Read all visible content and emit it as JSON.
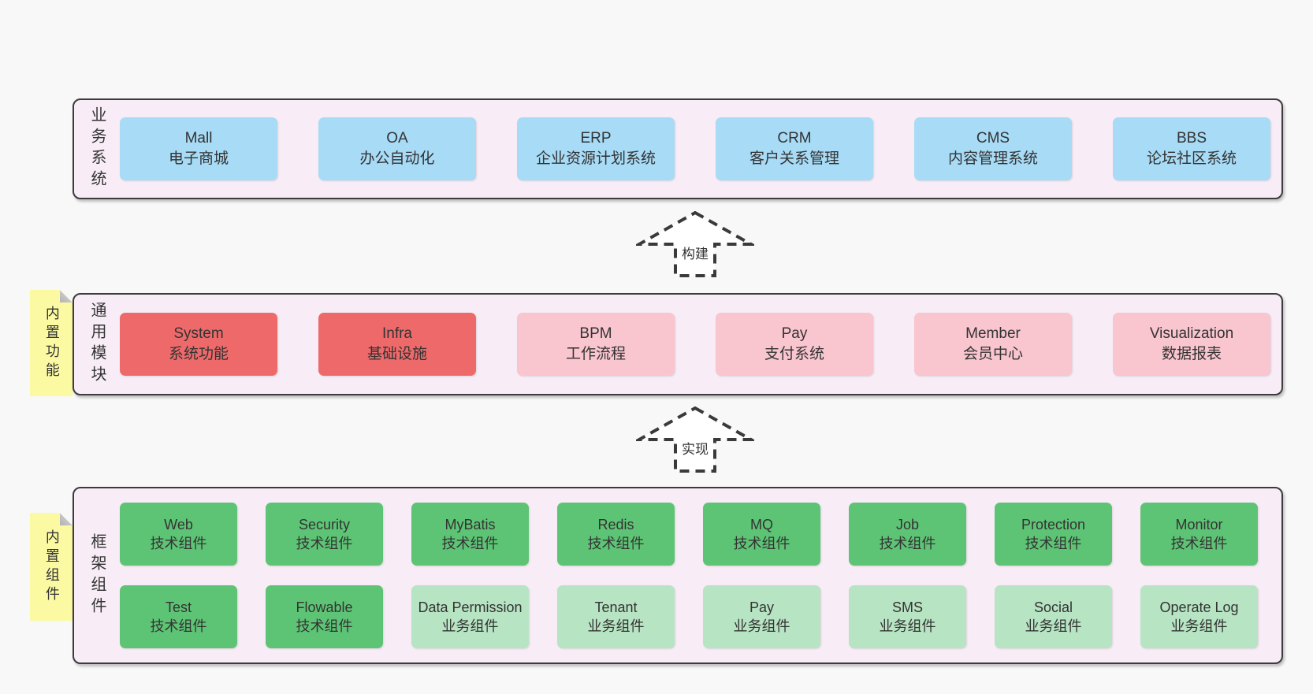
{
  "sections": [
    {
      "label": "业务系统",
      "boxes": [
        {
          "en": "Mall",
          "zh": "电子商城"
        },
        {
          "en": "OA",
          "zh": "办公自动化"
        },
        {
          "en": "ERP",
          "zh": "企业资源计划系统"
        },
        {
          "en": "CRM",
          "zh": "客户关系管理"
        },
        {
          "en": "CMS",
          "zh": "内容管理系统"
        },
        {
          "en": "BBS",
          "zh": "论坛社区系统"
        }
      ]
    },
    {
      "label": "通用模块",
      "note": "内置功能",
      "boxes": [
        {
          "en": "System",
          "zh": "系统功能"
        },
        {
          "en": "Infra",
          "zh": "基础设施"
        },
        {
          "en": "BPM",
          "zh": "工作流程"
        },
        {
          "en": "Pay",
          "zh": "支付系统"
        },
        {
          "en": "Member",
          "zh": "会员中心"
        },
        {
          "en": "Visualization",
          "zh": "数据报表"
        }
      ]
    },
    {
      "label": "框架组件",
      "note": "内置组件",
      "rows": [
        [
          {
            "en": "Web",
            "zh": "技术组件"
          },
          {
            "en": "Security",
            "zh": "技术组件"
          },
          {
            "en": "MyBatis",
            "zh": "技术组件"
          },
          {
            "en": "Redis",
            "zh": "技术组件"
          },
          {
            "en": "MQ",
            "zh": "技术组件"
          },
          {
            "en": "Job",
            "zh": "技术组件"
          },
          {
            "en": "Protection",
            "zh": "技术组件"
          },
          {
            "en": "Monitor",
            "zh": "技术组件"
          }
        ],
        [
          {
            "en": "Test",
            "zh": "技术组件"
          },
          {
            "en": "Flowable",
            "zh": "技术组件"
          },
          {
            "en": "Data Permission",
            "zh": "业务组件"
          },
          {
            "en": "Tenant",
            "zh": "业务组件"
          },
          {
            "en": "Pay",
            "zh": "业务组件"
          },
          {
            "en": "SMS",
            "zh": "业务组件"
          },
          {
            "en": "Social",
            "zh": "业务组件"
          },
          {
            "en": "Operate Log",
            "zh": "业务组件"
          }
        ]
      ]
    }
  ],
  "arrows": [
    {
      "label": "构建"
    },
    {
      "label": "实现"
    }
  ],
  "colors": {
    "page_bg": "#f8f8f8",
    "section_bg": "#f8edf6",
    "section_border": "#3c3c3c",
    "business_box": "#a7dbf6",
    "core_module_box": "#ee6a6a",
    "extra_module_box": "#f9c5cf",
    "tech_component_box": "#5ec475",
    "biz_component_box": "#b7e4c3",
    "note_bg": "#fbf9a2",
    "text": "#333333"
  }
}
